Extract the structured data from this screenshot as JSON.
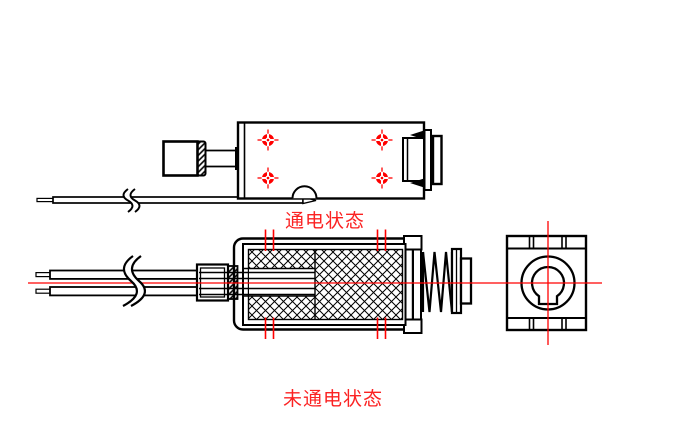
{
  "drawing": {
    "title_visible_text_only": true,
    "labels": {
      "energized": "通电状态",
      "deenergized": "未通电状态"
    },
    "colors": {
      "line": "#000000",
      "accent_red": "#ff0000",
      "label_red": "#fb2222",
      "background": "#ffffff"
    },
    "views": {
      "top": "energized-state side section",
      "bottom": "de-energized-state full section",
      "right": "end view with bore circles"
    }
  }
}
